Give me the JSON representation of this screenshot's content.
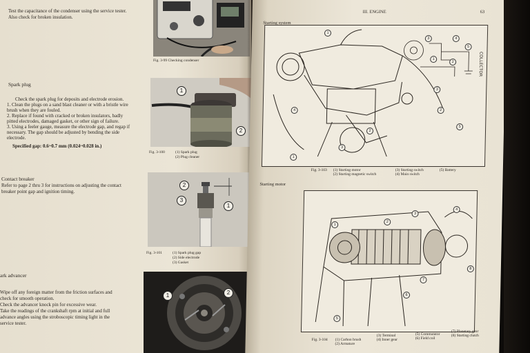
{
  "left": {
    "top_text": [
      "Test the capacitance of the condenser using the service tester.",
      "Also check for broken insulation."
    ],
    "fig99": "Fig. 3-99  Checking condenser",
    "spark_heading": "Spark plug",
    "spark_text": [
      "Check the spark plug for deposits and electrode erosion.",
      "1. Clean the plugs on a sand blast cleaner or with a bristle wire",
      "   brush when they are fouled.",
      "2. Replace if found with cracked or broken insulators, badly",
      "   pitted electrodes, damaged gasket, or other sign of failure.",
      "3. Using a feeler gauge, measure the electrode gap, and regap if",
      "   necessary. The gap should be adjusted by bending the side",
      "   electrode."
    ],
    "spec_gap": "Specified gap: 0.6~0.7 mm (0.024~0.028 in.)",
    "fig100_title": "Fig. 3-100",
    "fig100_items": [
      "(1) Spark plug",
      "(2) Plug cleaner"
    ],
    "fig100_callouts": [
      "1",
      "2"
    ],
    "contact_heading": "Contact breaker",
    "contact_text": [
      "Refer to page 2 thru 3 for instructions on adjusting the contact",
      "breaker point gap and ignition timing."
    ],
    "fig101_title": "Fig. 3-101",
    "fig101_items": [
      "(1) Spark plug gap",
      "(2) Side electrode",
      "(3) Gasket"
    ],
    "fig101_callouts": [
      "2",
      "3",
      "1"
    ],
    "advancer_heading": "ark advancer",
    "advancer_text": [
      " Wipe off any foreign matter from the friction surfaces and",
      " check for smooth operation.",
      " Check the advancer knock pin for excessive wear.",
      " Take the readings of the crankshaft rpm at initial and full",
      " advance angles using the stroboscopic timing light in the",
      " service tester."
    ],
    "fig102_callouts": [
      "1",
      "2"
    ]
  },
  "right": {
    "header_center": "III. ENGINE",
    "page_number": "63",
    "starting_system_heading": "Starting system",
    "fig103_title": "Fig. 3-103",
    "fig103_items": [
      "(1) Starting motor",
      "(2) Starting magnetic switch",
      "(3) Starting switch",
      "(4) Main switch",
      "(5) Battery"
    ],
    "fig103_callouts": [
      "1",
      "2",
      "3",
      "4",
      "5",
      "1",
      "2",
      "3"
    ],
    "schematic_callouts": [
      "3",
      "4",
      "1",
      "2",
      "5"
    ],
    "schematic_label": "COLLECTOR",
    "starting_motor_heading": "Starting motor",
    "fig104_title": "Fig. 3-104",
    "fig104_items": [
      "(1) Carbon brush",
      "(2) Armature",
      "(3) Terminal",
      "(4) Inner gear",
      "(5) Commutator",
      "(6) Field coil",
      "(7) Planetary gear",
      "(8) Starting clutch"
    ],
    "fig104_callouts": [
      "1",
      "2",
      "3",
      "4",
      "5",
      "6",
      "7",
      "8"
    ]
  },
  "colors": {
    "paper": "#ebe5d6",
    "ink": "#2b2621",
    "background": "#0d0b09"
  }
}
